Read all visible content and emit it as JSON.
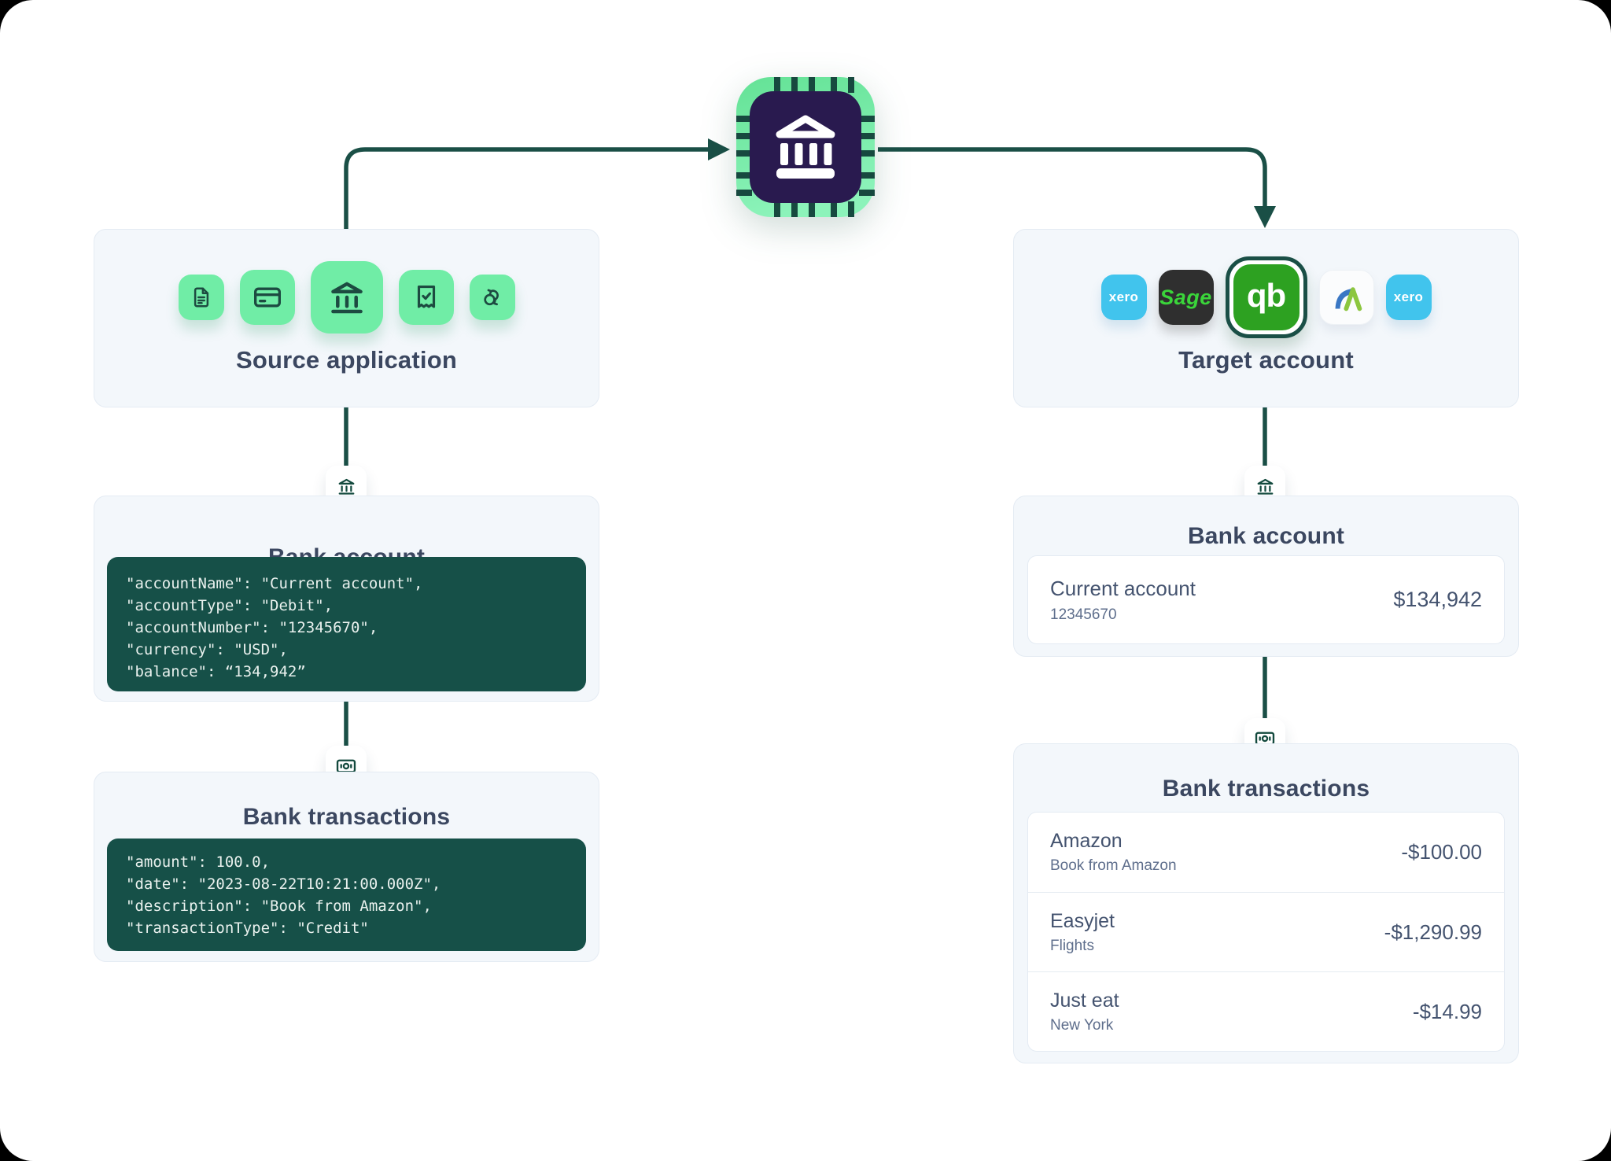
{
  "source_panel": {
    "title": "Source application"
  },
  "target_panel": {
    "title": "Target account",
    "apps": {
      "xero_left": "xero",
      "sage": "Sage",
      "quickbooks": "qb",
      "xero_right": "xero"
    }
  },
  "left_bank_account": {
    "title": "Bank account",
    "code_lines": [
      "\"accountName\": \"Current account\",",
      "\"accountType\": \"Debit\",",
      "\"accountNumber\": \"12345670\",",
      "\"currency\": \"USD\",",
      "\"balance\": “134,942”"
    ]
  },
  "left_bank_transactions": {
    "title": "Bank transactions",
    "code_lines": [
      "\"amount\": 100.0,",
      "\"date\": \"2023-08-22T10:21:00.000Z\",",
      "\"description\": \"Book from Amazon\",",
      "\"transactionType\": \"Credit\""
    ]
  },
  "right_bank_account": {
    "title": "Bank account",
    "account_name": "Current account",
    "account_number": "12345670",
    "balance": "$134,942"
  },
  "right_bank_transactions": {
    "title": "Bank transactions",
    "rows": [
      {
        "merchant": "Amazon",
        "description": "Book from Amazon",
        "amount": "-$100.00"
      },
      {
        "merchant": "Easyjet",
        "description": "Flights",
        "amount": "-$1,290.99"
      },
      {
        "merchant": "Just eat",
        "description": "New York",
        "amount": "-$14.99"
      }
    ]
  },
  "colors": {
    "accent_green": "#70EDA6",
    "wire_teal": "#1A4F46",
    "code_background": "#165048",
    "chip_inner_purple": "#291A4F",
    "xero_blue": "#41C4ED",
    "sage_green": "#3AD53A",
    "quickbooks_green": "#2DA121",
    "heading_navy": "#3B4760"
  }
}
